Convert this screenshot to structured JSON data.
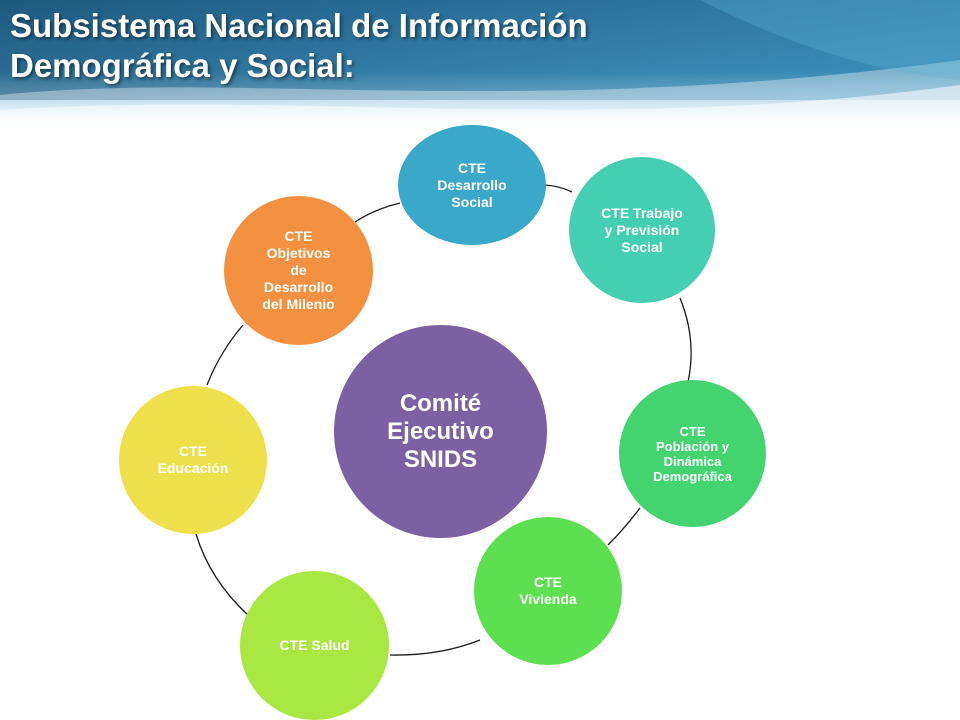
{
  "title": {
    "line1": "Subsistema Nacional de Información",
    "line2": "Demográfica y Social:"
  },
  "colors": {
    "header_blue": "#2a6f96",
    "center": "#7b61a3",
    "desarrollo_social": "#3aa8c9",
    "trabajo": "#45cfb2",
    "poblacion": "#43d46f",
    "vivienda": "#5ce04f",
    "salud": "#a9e843",
    "educacion": "#ede04a",
    "objetivos": "#f39140"
  },
  "center": {
    "label": "Comité\nEjecutivo\nSNIDS"
  },
  "nodes": {
    "desarrollo_social": "CTE\nDesarrollo\nSocial",
    "trabajo": "CTE Trabajo\ny Previsión\nSocial",
    "poblacion": "CTE\nPoblación y\nDinámica\nDemográfica",
    "vivienda": "CTE\nVivienda",
    "salud": "CTE Salud",
    "educacion": "CTE\nEducación",
    "objetivos": "CTE\nObjetivos\nde\nDesarrollo\ndel Milenio"
  }
}
